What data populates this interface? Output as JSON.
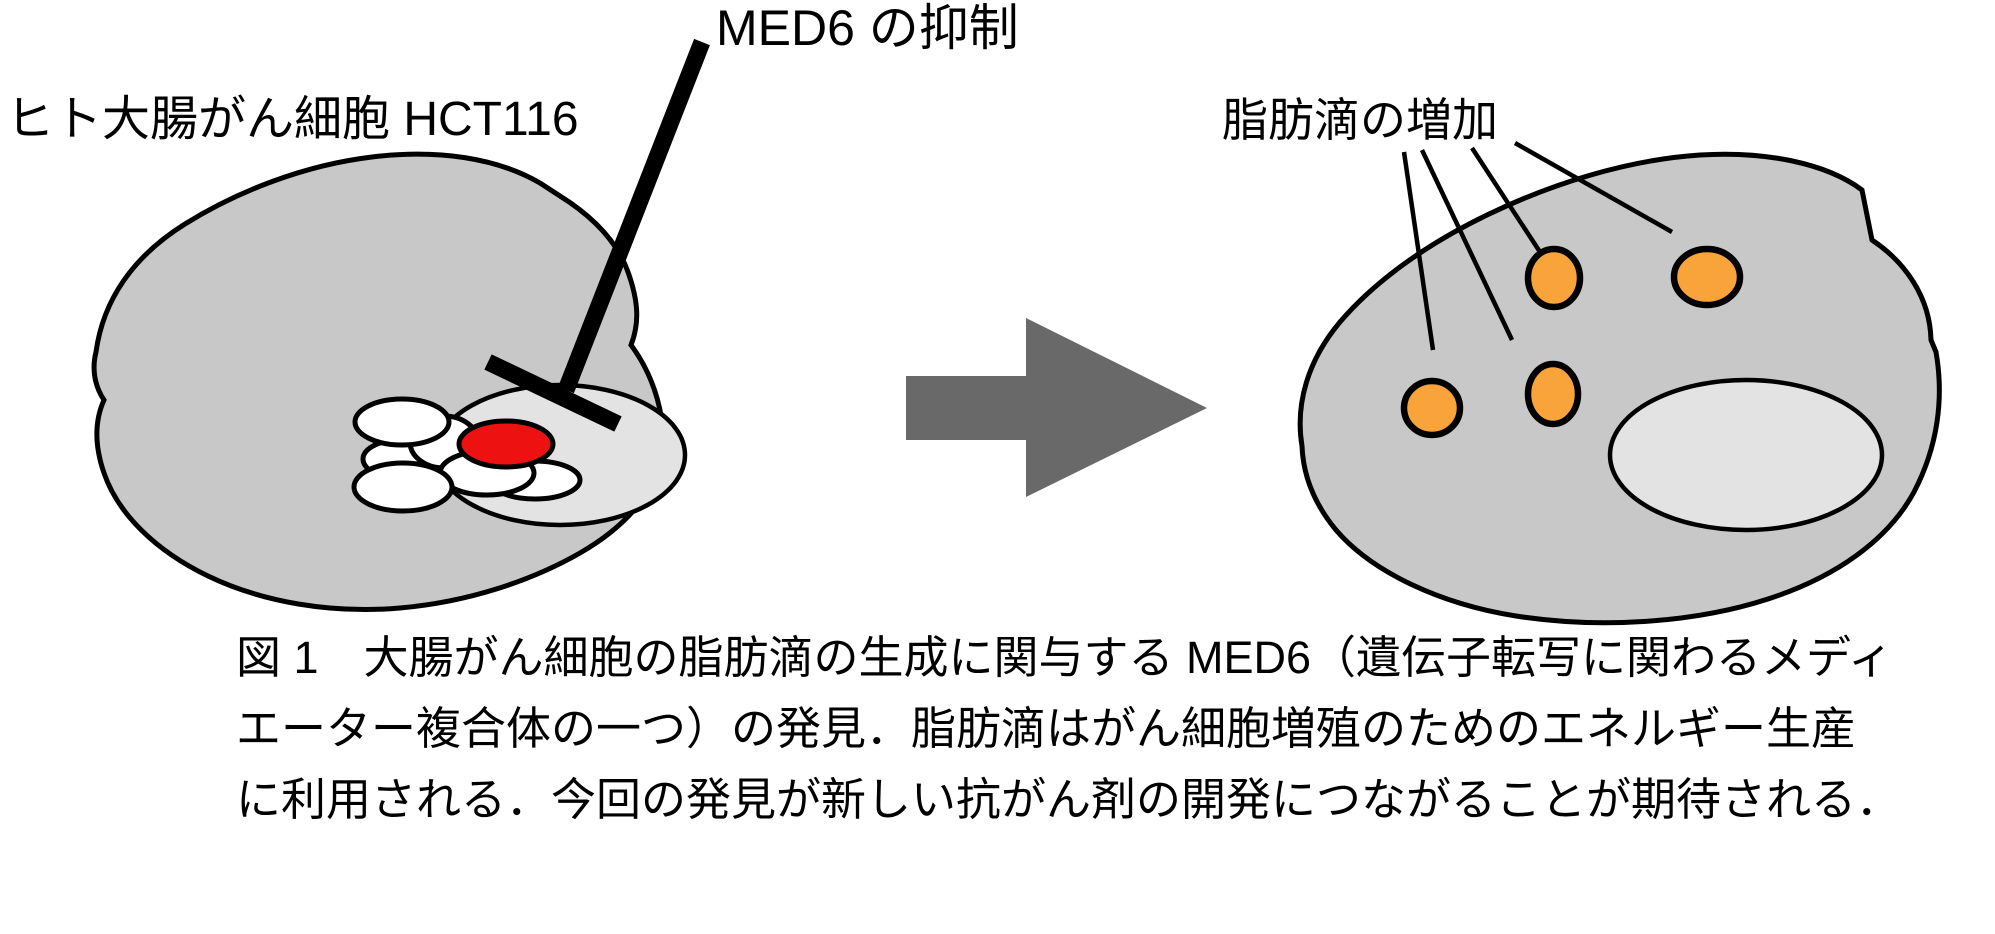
{
  "figure": {
    "labels": {
      "med6_inhibition": "MED6 の抑制",
      "cell_name": "ヒト大腸がん細胞 HCT116",
      "lipid_increase": "脂肪滴の増加"
    },
    "caption": {
      "lines": [
        "図 1　大腸がん細胞の脂肪滴の生成に関与する MED6（遺伝子転写に関わるメディ",
        "エーター複合体の一つ）の発見．脂肪滴はがん細胞増殖のためのエネルギー生産",
        "に利用される．今回の発見が新しい抗がん剤の開発につながることが期待される．"
      ]
    },
    "colors": {
      "cell_fill": "#C8C8C8",
      "nucleus_fill": "#E3E3E3",
      "vesicle_fill": "#FFFFFF",
      "med6_fill": "#EE1111",
      "lipid_droplet_fill": "#F9A43B",
      "arrow_fill": "#696969",
      "outline": "#000000"
    },
    "icons": {
      "inhibition_tbar": "t-bar-inhibition-icon",
      "transition_arrow": "right-arrow-icon"
    }
  }
}
